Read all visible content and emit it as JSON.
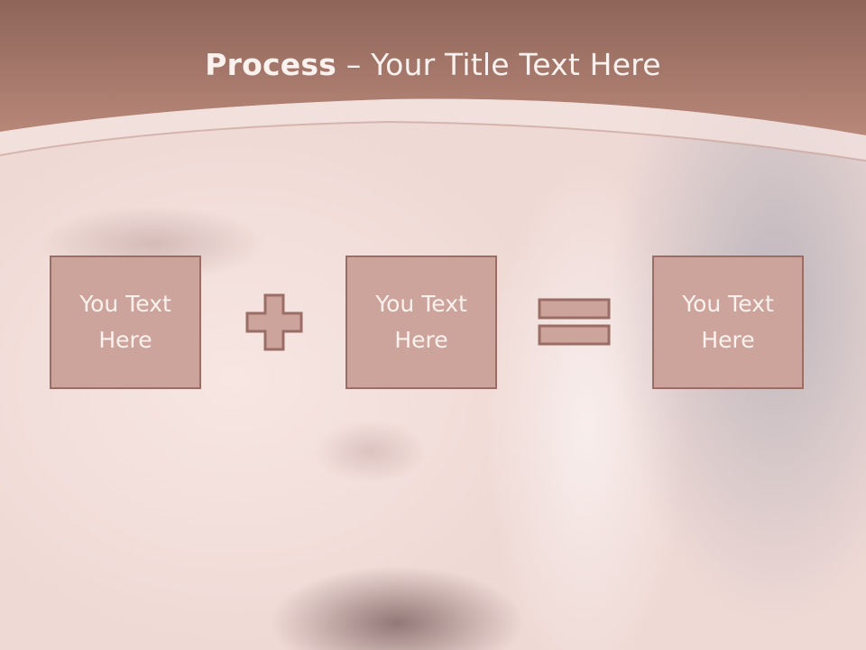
{
  "slide": {
    "title_bold": "Process",
    "title_rest": "– Your Title Text Here",
    "boxes": [
      {
        "label": "You Text Here"
      },
      {
        "label": "You Text Here"
      },
      {
        "label": "You Text Here"
      }
    ],
    "operators": [
      "plus-icon",
      "equals-icon"
    ],
    "colors": {
      "header": "#a9786c",
      "box_fill": "#cda49c",
      "box_border": "#9a6d65",
      "text": "#fbf2ef"
    }
  }
}
